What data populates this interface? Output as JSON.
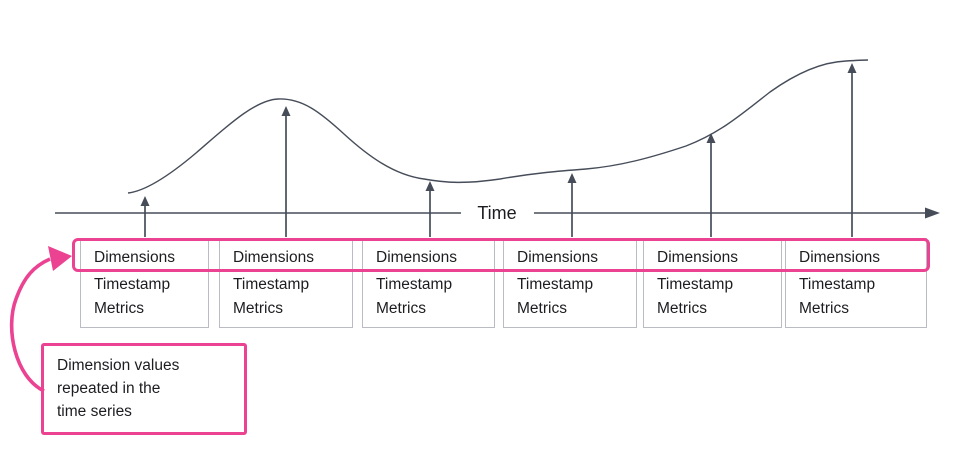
{
  "colors": {
    "accent_pink": "#eb4392",
    "diagram_stroke": "#464d59",
    "box_border": "#b9bcc3",
    "text_dark": "#1d1d21"
  },
  "axis": {
    "label": "Time"
  },
  "record_boxes": [
    {
      "dimensions": "Dimensions",
      "timestamp": "Timestamp",
      "metrics": "Metrics"
    },
    {
      "dimensions": "Dimensions",
      "timestamp": "Timestamp",
      "metrics": "Metrics"
    },
    {
      "dimensions": "Dimensions",
      "timestamp": "Timestamp",
      "metrics": "Metrics"
    },
    {
      "dimensions": "Dimensions",
      "timestamp": "Timestamp",
      "metrics": "Metrics"
    },
    {
      "dimensions": "Dimensions",
      "timestamp": "Timestamp",
      "metrics": "Metrics"
    },
    {
      "dimensions": "Dimensions",
      "timestamp": "Timestamp",
      "metrics": "Metrics"
    }
  ],
  "callout": {
    "lines": [
      "Dimension values",
      "repeated in the",
      "time series"
    ]
  }
}
